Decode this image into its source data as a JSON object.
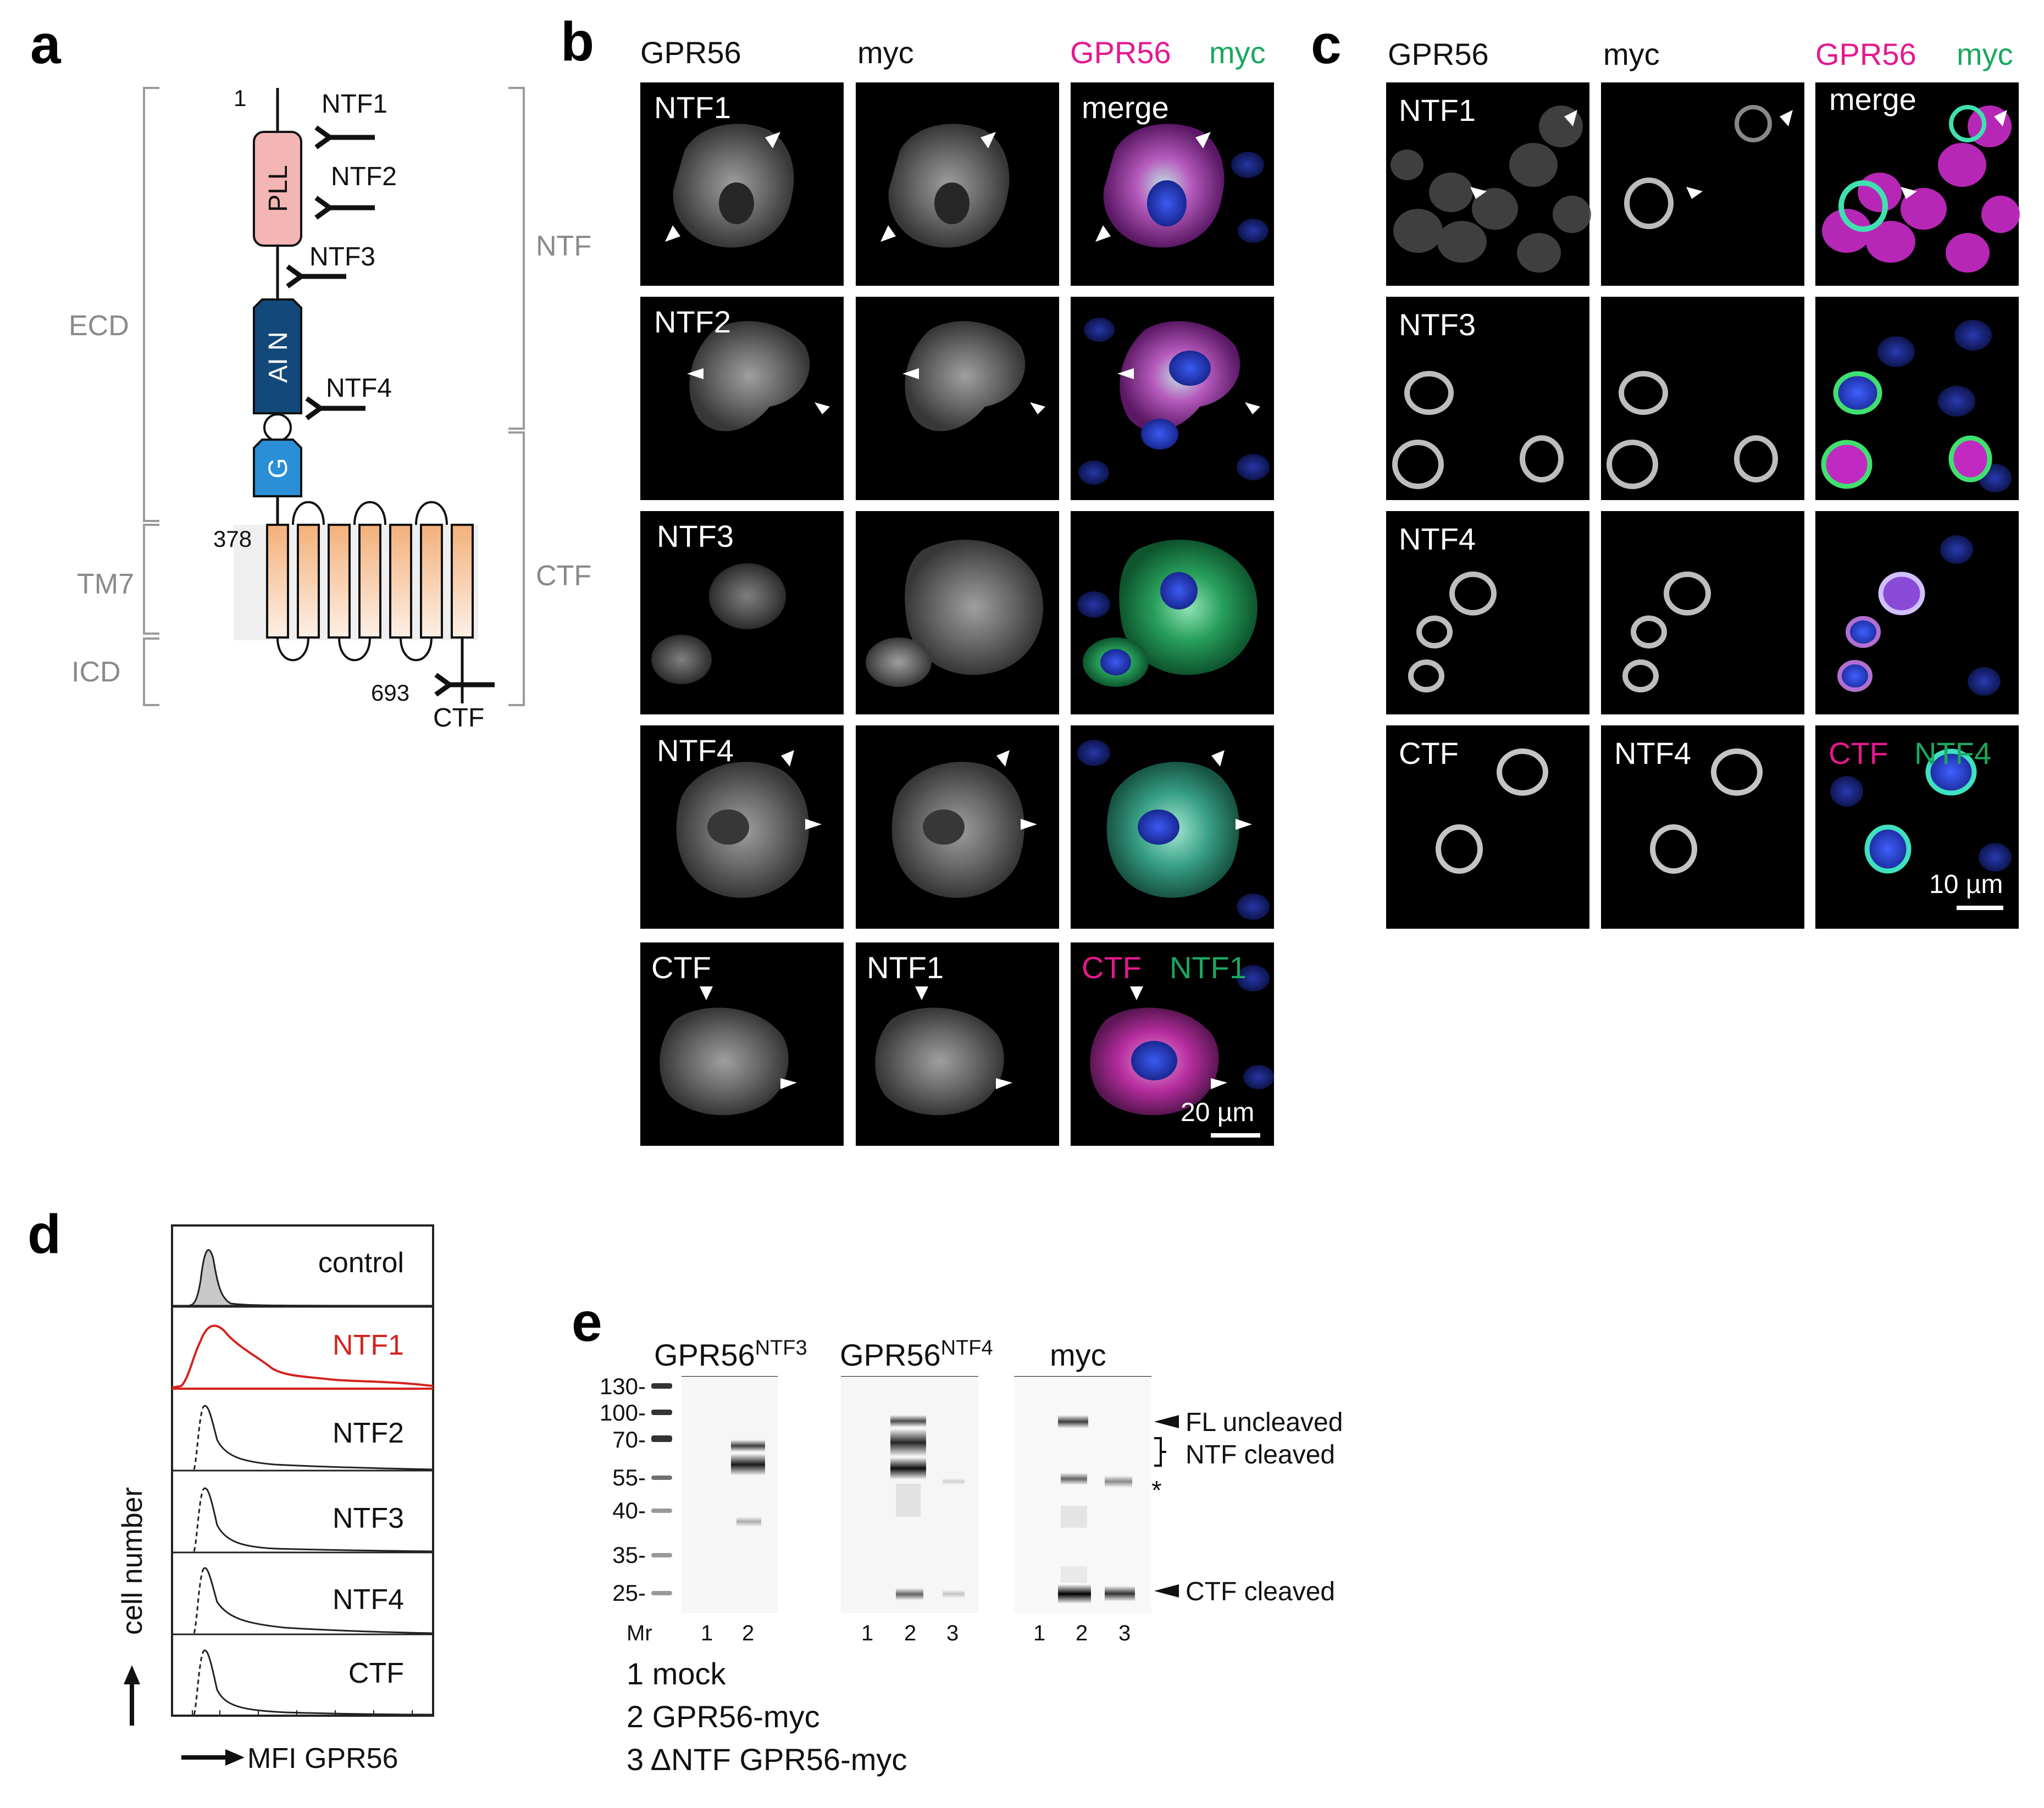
{
  "colors": {
    "magenta": "#e6188f",
    "green": "#1aa860",
    "red": "#d3231e",
    "pll": "#f3b6b4",
    "ain": "#13497a",
    "gps": "#2a8fd6",
    "tm": "#f6c6a0",
    "grey_label": "#8a8a8a"
  },
  "panel_a": {
    "label": "a",
    "regions": [
      "ECD",
      "TM7",
      "ICD"
    ],
    "fragments": [
      "NTF",
      "CTF"
    ],
    "domains": [
      "PLL",
      "AI N",
      "G"
    ],
    "residues": [
      "1",
      "378",
      "693"
    ],
    "antibodies": [
      "NTF1",
      "NTF2",
      "NTF3",
      "NTF4",
      "CTF"
    ]
  },
  "panel_b": {
    "label": "b",
    "col_headers": {
      "c1": "GPR56",
      "c2": "myc",
      "c3a": "GPR56",
      "c3b": "myc"
    },
    "rows": [
      {
        "c1": "NTF1",
        "c2": "",
        "c3a": "merge",
        "c3b": ""
      },
      {
        "c1": "NTF2",
        "c2": "",
        "c3a": "",
        "c3b": ""
      },
      {
        "c1": "NTF3",
        "c2": "",
        "c3a": "",
        "c3b": ""
      },
      {
        "c1": "NTF4",
        "c2": "",
        "c3a": "",
        "c3b": ""
      },
      {
        "c1": "CTF",
        "c2": "NTF1",
        "c3a": "CTF",
        "c3b": "NTF1"
      }
    ],
    "scale_bar": "20 µm"
  },
  "panel_c": {
    "label": "c",
    "col_headers": {
      "c1": "GPR56",
      "c2": "myc",
      "c3a": "GPR56",
      "c3b": "myc"
    },
    "rows": [
      {
        "c1": "NTF1",
        "c2": "",
        "c3a": "merge",
        "c3b": ""
      },
      {
        "c1": "NTF3",
        "c2": "",
        "c3a": "",
        "c3b": ""
      },
      {
        "c1": "NTF4",
        "c2": "",
        "c3a": "",
        "c3b": ""
      },
      {
        "c1": "CTF",
        "c2": "NTF4",
        "c3a": "CTF",
        "c3b": "NTF4"
      }
    ],
    "scale_bar": "10 µm"
  },
  "panel_d": {
    "label": "d",
    "rows": [
      "control",
      "NTF1",
      "NTF2",
      "NTF3",
      "NTF4",
      "CTF"
    ],
    "y_axis": "cell number",
    "x_axis": "MFI GPR56"
  },
  "panel_e": {
    "label": "e",
    "blots": [
      {
        "name": "GPR56",
        "sup": "NTF3",
        "lanes": [
          "1",
          "2"
        ]
      },
      {
        "name": "GPR56",
        "sup": "NTF4",
        "lanes": [
          "1",
          "2",
          "3"
        ]
      },
      {
        "name": "myc",
        "sup": "",
        "lanes": [
          "1",
          "2",
          "3"
        ]
      }
    ],
    "markers": [
      "130-",
      "100-",
      "70-",
      "55-",
      "40-",
      "35-",
      "25-"
    ],
    "mr": "Mr",
    "annotations": {
      "fl": "FL uncleaved",
      "ntf": "NTF cleaved",
      "star": "*",
      "ctf": "CTF cleaved"
    },
    "legend": [
      "1 mock",
      "2 GPR56-myc",
      "3 ΔNTF GPR56-myc"
    ]
  }
}
